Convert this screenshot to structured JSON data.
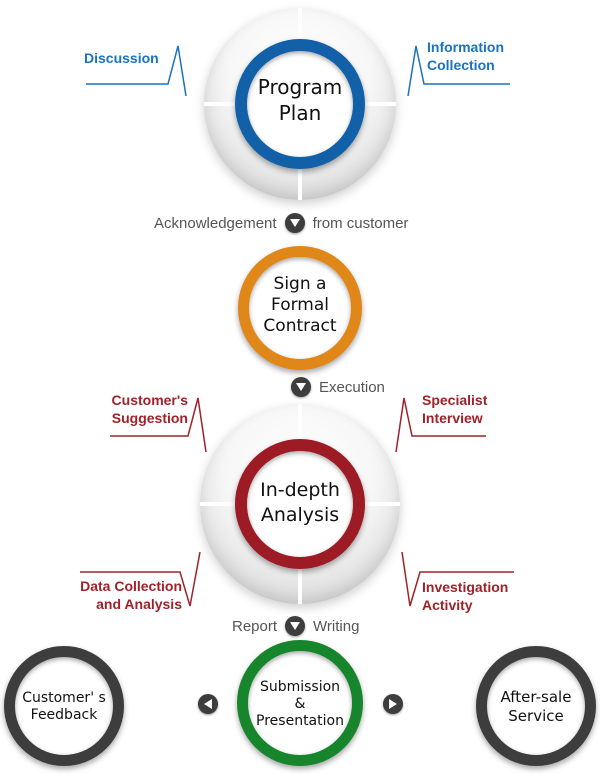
{
  "steps": {
    "program_plan": "Program\nPlan",
    "sign_contract": "Sign a\nFormal\nContract",
    "analysis": "In-depth\nAnalysis",
    "submission": "Submission\n&\nPresentation",
    "feedback": "Customer' s\nFeedback",
    "after_sale": "After-sale\nService"
  },
  "side_notes": {
    "discussion": "Discussion",
    "information_collection": "Information\nCollection",
    "customers_suggestion": "Customer's\nSuggestion",
    "specialist_interview": "Specialist\nInterview",
    "data_collection": "Data Collection\nand Analysis",
    "investigation_activity": "Investigation\nActivity"
  },
  "connectors": {
    "c1_left": "Acknowledgement",
    "c1_right": "from customer",
    "c2_right": "Execution",
    "c3_left": "Report",
    "c3_right": "Writing"
  },
  "colors": {
    "blue": "#1261a8",
    "orange": "#e0871a",
    "red": "#9c1b25",
    "green": "#17852c",
    "dark": "#3d3d3d",
    "note_blue": "#1a73bf",
    "note_red": "#a02229"
  },
  "icons": {
    "down_arrow": "down-arrow-icon",
    "left_arrow": "left-arrow-icon",
    "right_arrow": "right-arrow-icon"
  }
}
